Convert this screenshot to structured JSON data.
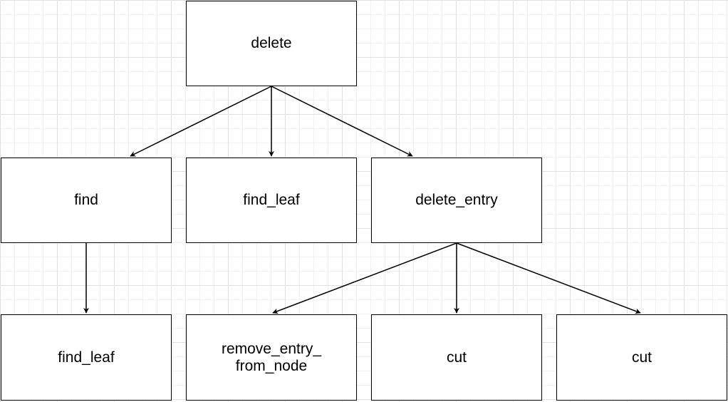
{
  "nodes": {
    "delete": "delete",
    "find": "find",
    "find_leaf_1": "find_leaf",
    "delete_entry": "delete_entry",
    "find_leaf_2": "find_leaf",
    "remove_entry_from_node": "remove_entry_\nfrom_node",
    "cut_1": "cut",
    "cut_2": "cut"
  },
  "edges": [
    {
      "from": "delete",
      "to": "find"
    },
    {
      "from": "delete",
      "to": "find_leaf_1"
    },
    {
      "from": "delete",
      "to": "delete_entry"
    },
    {
      "from": "find",
      "to": "find_leaf_2"
    },
    {
      "from": "delete_entry",
      "to": "remove_entry_from_node"
    },
    {
      "from": "delete_entry",
      "to": "cut_1"
    },
    {
      "from": "delete_entry",
      "to": "cut_2"
    }
  ],
  "colors": {
    "stroke": "#000000",
    "node_fill": "#ffffff",
    "grid_major": "#e0e0e0",
    "grid_minor": "#f1f1f1"
  }
}
